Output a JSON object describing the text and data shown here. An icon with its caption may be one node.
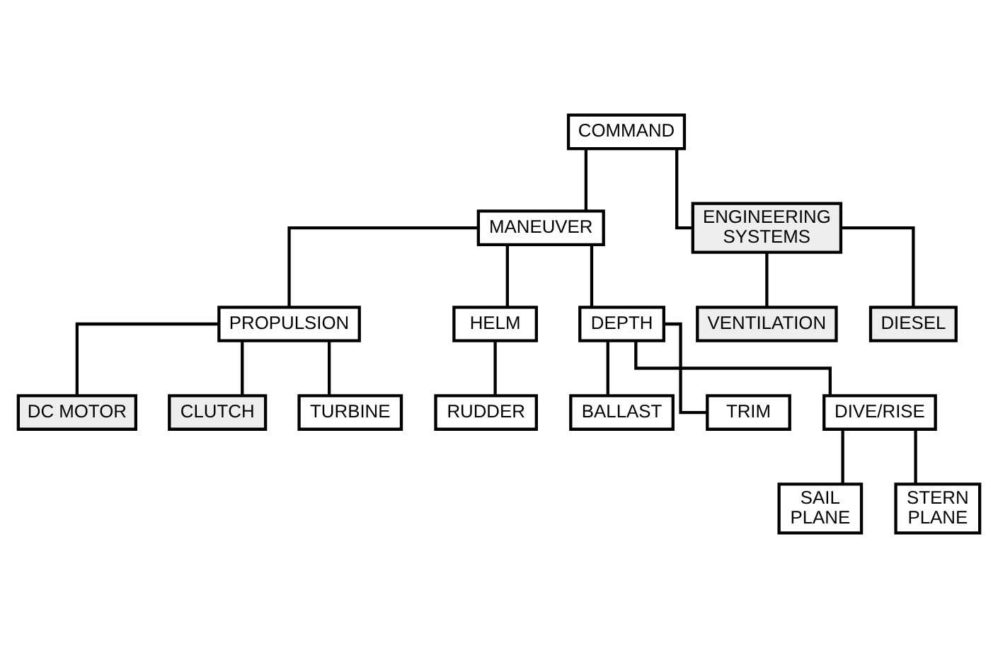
{
  "diagram": {
    "nodes": [
      {
        "text": [
          "COMMAND"
        ]
      },
      {
        "text": [
          "MANEUVER"
        ]
      },
      {
        "text": [
          "ENGINEERING SYSTEMS"
        ]
      },
      {
        "text": [
          "PROPULSION"
        ]
      },
      {
        "text": [
          "HELM"
        ]
      },
      {
        "text": [
          "DEPTH"
        ]
      },
      {
        "text": [
          "VENTILATION"
        ]
      },
      {
        "text": [
          "DIESEL"
        ]
      },
      {
        "text": [
          "RUDDER"
        ]
      },
      {
        "text": [
          "BALLAST"
        ]
      },
      {
        "text": [
          "TRIM"
        ]
      },
      {
        "text": [
          "DIVE/RISE"
        ]
      },
      {
        "text": [
          "DC MOTOR"
        ]
      },
      {
        "text": [
          "CLUTCH"
        ]
      },
      {
        "text": [
          "TURBINE"
        ]
      },
      {
        "text": [
          "SAIL PLANE"
        ]
      },
      {
        "text": [
          "STERN PLANE"
        ]
      }
    ],
    "edges": [
      {
        "from": 0,
        "to": 1,
        "arrow": "none"
      },
      {
        "from": 0,
        "to": 2,
        "arrow": "none"
      },
      {
        "from": 1,
        "to": 3,
        "arrow": "none"
      },
      {
        "from": 1,
        "to": 4,
        "arrow": "none"
      },
      {
        "from": 1,
        "to": 5,
        "arrow": "none"
      },
      {
        "from": 2,
        "to": 6,
        "arrow": "none"
      },
      {
        "from": 2,
        "to": 7,
        "arrow": "none"
      },
      {
        "from": 4,
        "to": 8,
        "arrow": "none"
      },
      {
        "from": 5,
        "to": 9,
        "arrow": "none"
      },
      {
        "from": 5,
        "to": 10,
        "arrow": "none"
      },
      {
        "from": 5,
        "to": 11,
        "arrow": "none"
      },
      {
        "from": 3,
        "to": 12,
        "arrow": "none"
      },
      {
        "from": 3,
        "to": 13,
        "arrow": "none"
      },
      {
        "from": 3,
        "to": 14,
        "arrow": "none"
      },
      {
        "from": 11,
        "to": 15,
        "arrow": "none"
      },
      {
        "from": 11,
        "to": 16,
        "arrow": "none"
      }
    ]
  }
}
